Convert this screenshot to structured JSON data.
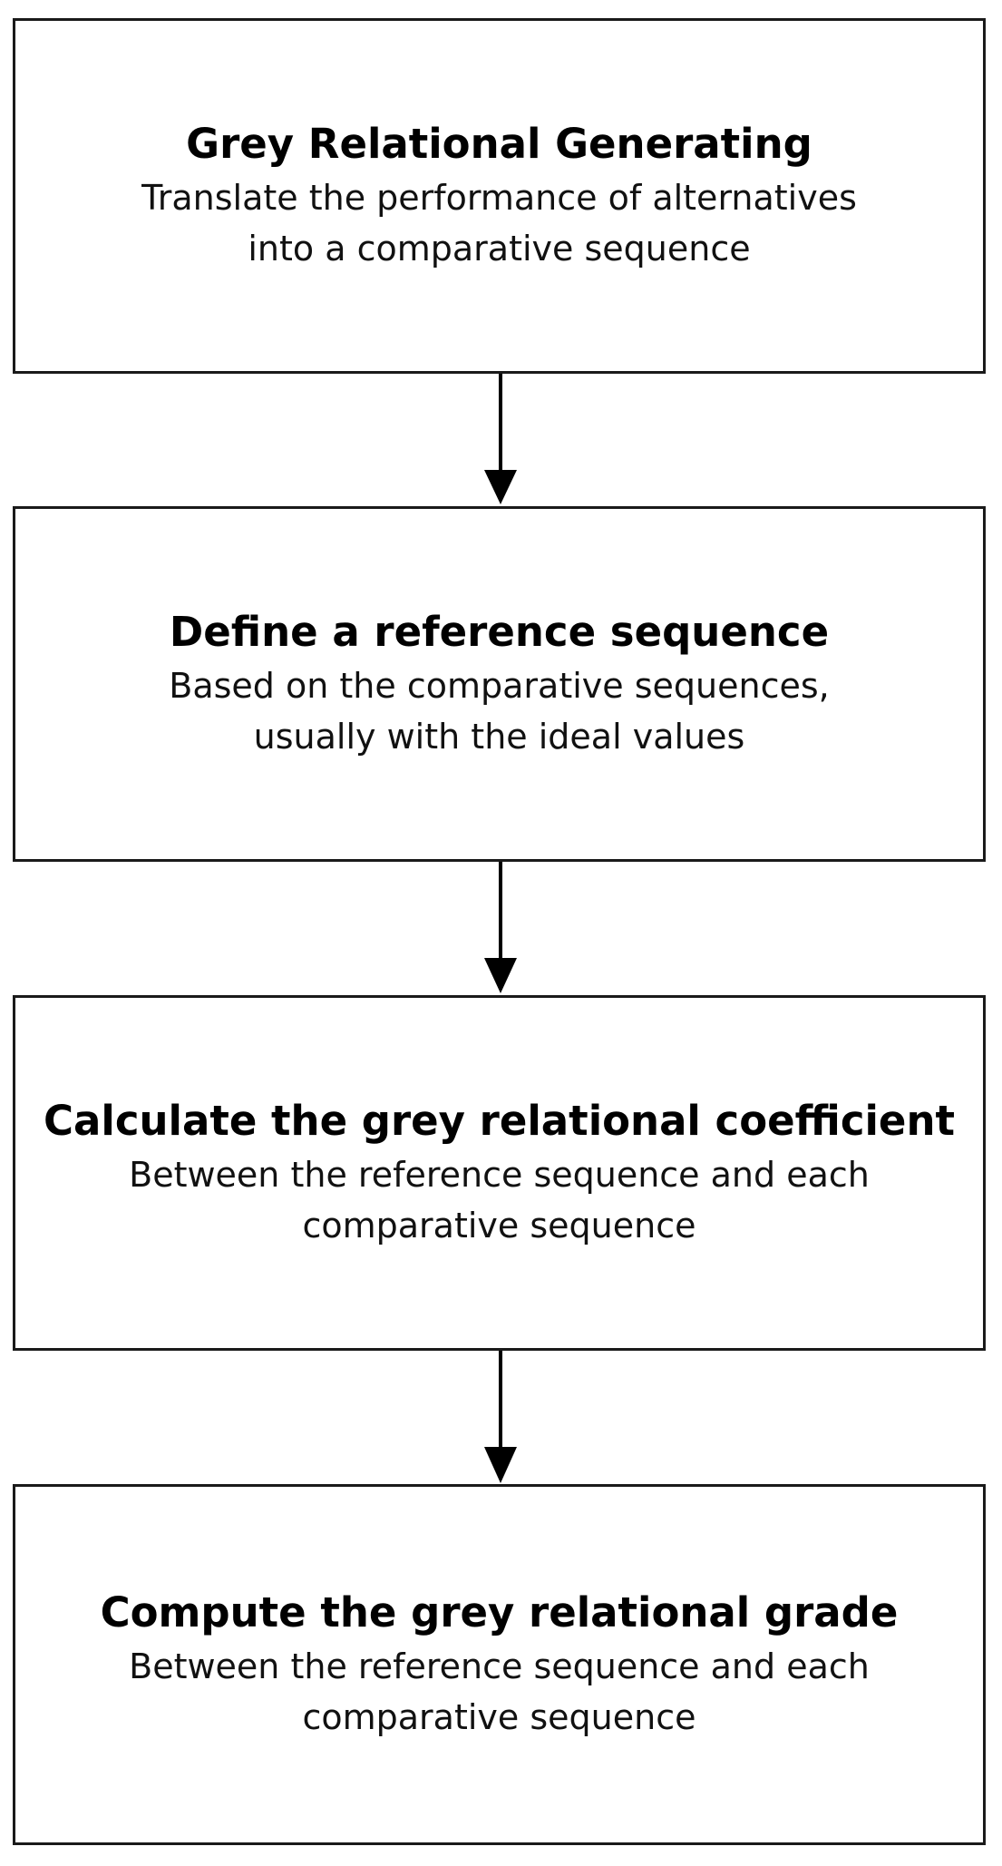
{
  "steps": [
    {
      "title": "Grey Relational Generating",
      "description": [
        "Translate the performance of alternatives",
        "into a comparative sequence"
      ]
    },
    {
      "title": "Define a reference sequence",
      "description": [
        "Based on the comparative sequences,",
        "usually with the ideal values"
      ]
    },
    {
      "title": "Calculate the grey relational coefficient",
      "description": [
        "Between the reference sequence and each",
        "comparative sequence"
      ]
    },
    {
      "title": "Compute the grey relational grade",
      "description": [
        "Between the reference sequence and each",
        "comparative sequence"
      ]
    }
  ],
  "colors": {
    "border": "#1a1a1a",
    "arrow": "#000000",
    "background": "#ffffff"
  }
}
